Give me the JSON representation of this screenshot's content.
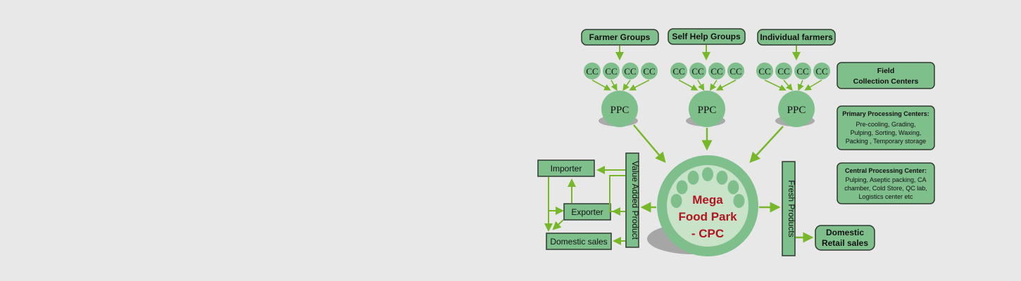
{
  "colors": {
    "background": "#e8e8e8",
    "box_fill": "#7fbf8c",
    "box_stroke": "#2f3a2f",
    "circle_fill": "#7fbf8c",
    "arrow": "#76b82a",
    "center_text": "#b0161f",
    "light_green": "#c9e3c9",
    "shadow": "#9a9a9a"
  },
  "sources": [
    {
      "label": "Farmer Groups"
    },
    {
      "label": "Self Help Groups"
    },
    {
      "label": "Individual farmers"
    }
  ],
  "cc_label": "CC",
  "ppc_label": "PPC",
  "center": {
    "line1": "Mega",
    "line2": "Food Park",
    "line3": "- CPC"
  },
  "value_added_label": "Value Added Product",
  "fresh_products_label": "Fresh Products",
  "outlets": {
    "importer": "Importer",
    "exporter": "Exporter",
    "domestic_sales": "Domestic sales",
    "domestic_retail_line1": "Domestic",
    "domestic_retail_line2": "Retail sales"
  },
  "legend": {
    "field": {
      "line1": "Field",
      "line2": "Collection Centers"
    },
    "primary": {
      "title": "Primary Processing Centers:",
      "lines": [
        "Pre-cooling, Grading,",
        "Pulping, Sorting, Waxing,",
        "Packing , Temporary storage"
      ]
    },
    "central": {
      "title": "Central Processing Center:",
      "lines": [
        "Pulping, Aseptic packing, CA",
        "chamber, Cold Store, QC lab,",
        "Logistics center etc"
      ]
    }
  }
}
